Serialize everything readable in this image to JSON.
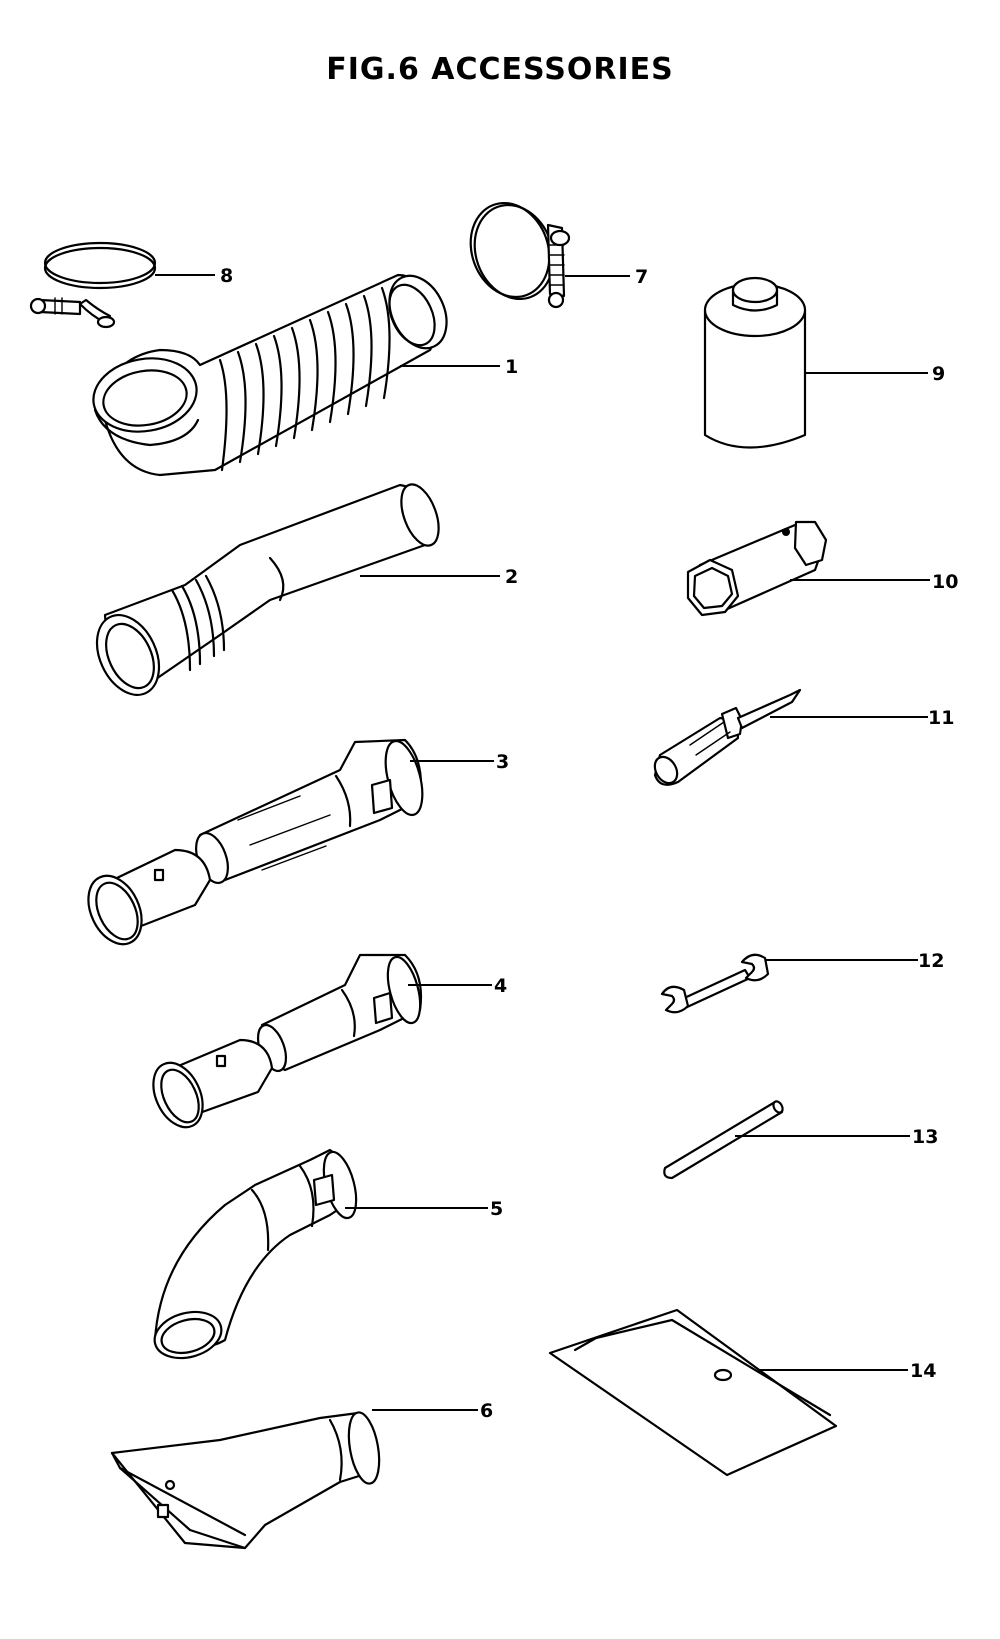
{
  "title": "FIG.6   ACCESSORIES",
  "parts": [
    {
      "number": "1",
      "icon": "flexible-elbow-hose-icon"
    },
    {
      "number": "2",
      "icon": "straight-pipe-icon"
    },
    {
      "number": "3",
      "icon": "two-piece-long-pipe-icon"
    },
    {
      "number": "4",
      "icon": "two-piece-short-pipe-icon"
    },
    {
      "number": "5",
      "icon": "curved-pipe-icon"
    },
    {
      "number": "6",
      "icon": "flat-nozzle-icon"
    },
    {
      "number": "7",
      "icon": "hose-clamp-icon"
    },
    {
      "number": "8",
      "icon": "hose-clamp-icon"
    },
    {
      "number": "9",
      "icon": "container-icon"
    },
    {
      "number": "10",
      "icon": "box-wrench-icon"
    },
    {
      "number": "11",
      "icon": "screwdriver-icon"
    },
    {
      "number": "12",
      "icon": "open-end-wrench-icon"
    },
    {
      "number": "13",
      "icon": "rod-icon"
    },
    {
      "number": "14",
      "icon": "envelope-icon"
    }
  ]
}
